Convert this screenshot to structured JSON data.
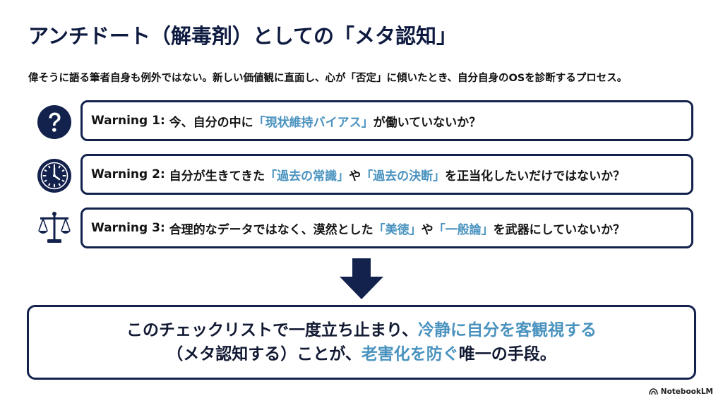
{
  "title": "アンチドート（解毒剤）としての「メタ認知」",
  "subtitle": "偉そうに語る筆者自身も例外ではない。新しい価値観に直面し、心が「否定」に傾いたとき、自分自身のOSを診断するプロセス。",
  "warnings": [
    {
      "icon": "question-icon",
      "label": "Warning 1:",
      "text_1": "今、自分の中に",
      "hl_1": "「現状維持バイアス」",
      "text_2": "が働いていないか？"
    },
    {
      "icon": "clock-icon",
      "label": "Warning 2:",
      "text_1": "自分が生きてきた",
      "hl_1": "「過去の常識」",
      "text_2": "や",
      "hl_2": "「過去の決断」",
      "text_3": "を正当化したいだけではないか？"
    },
    {
      "icon": "scales-icon",
      "label": "Warning 3:",
      "text_1": "合理的なデータではなく、漠然とした",
      "hl_1": "「美徳」",
      "text_2": "や",
      "hl_2": "「一般論」",
      "text_3": "を武器にしていないか？"
    }
  ],
  "conclusion": {
    "line1_text": "このチェックリストで一度立ち止まり、",
    "line1_hl": "冷静に自分を客観視する",
    "line2_text_a": "（メタ認知する）ことが、",
    "line2_hl": "老害化を防ぐ",
    "line2_text_b": "唯一の手段。"
  },
  "brand": "NotebookLM",
  "colors": {
    "navy": "#13224d",
    "highlight": "#4a93bf"
  }
}
